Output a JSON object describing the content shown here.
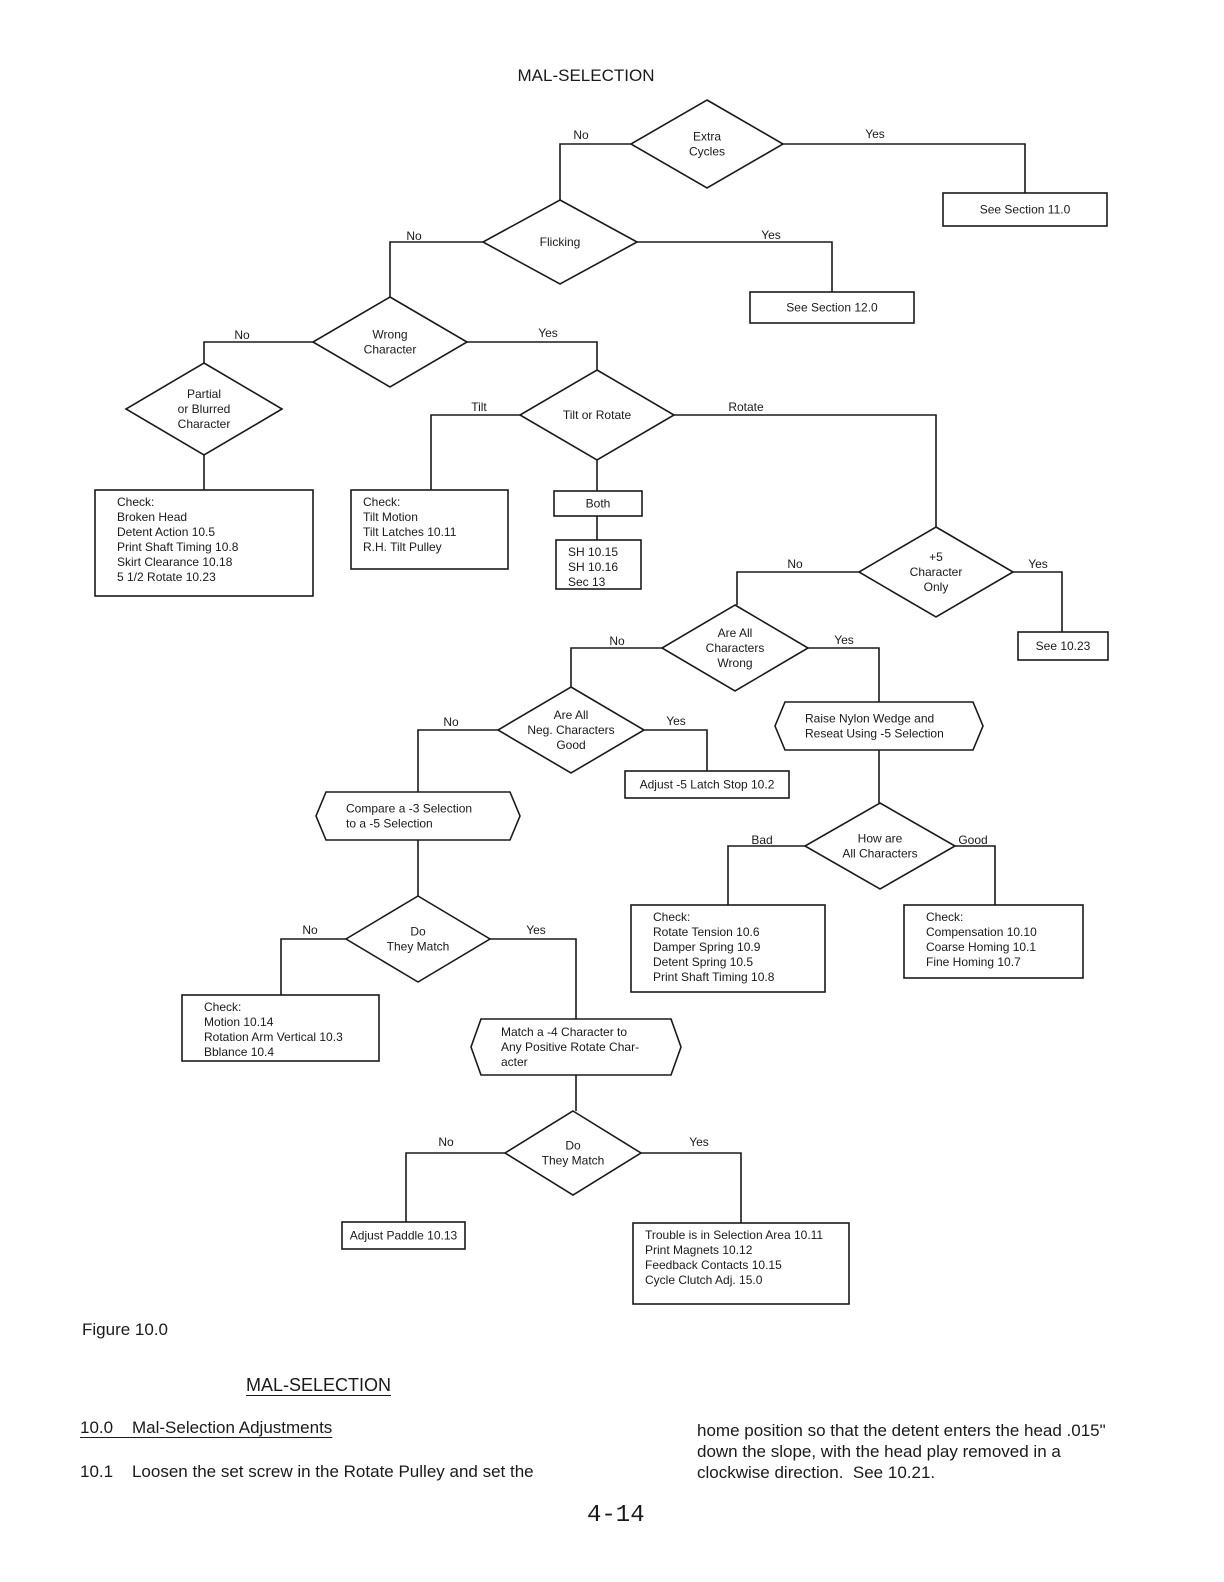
{
  "title": "MAL-SELECTION",
  "nodes": [
    {
      "id": "extra",
      "label": [
        "Extra",
        "Cycles"
      ]
    },
    {
      "id": "sec11",
      "label": [
        "See Section 11.0"
      ]
    },
    {
      "id": "flick",
      "label": [
        "Flicking"
      ]
    },
    {
      "id": "sec12",
      "label": [
        "See Section 12.0"
      ]
    },
    {
      "id": "wrong",
      "label": [
        "Wrong",
        "Character"
      ]
    },
    {
      "id": "partial",
      "label": [
        "Partial",
        "or Blurred",
        "Character"
      ]
    },
    {
      "id": "tilt",
      "label": [
        "Tilt or Rotate"
      ]
    },
    {
      "id": "check1",
      "label": [
        "Check:",
        "Broken Head",
        "Detent Action 10.5",
        "Print Shaft Timing 10.8",
        "Skirt Clearance 10.18",
        "5 1/2 Rotate 10.23"
      ]
    },
    {
      "id": "check2",
      "label": [
        "Check:",
        "Tilt Motion",
        "Tilt Latches 10.11",
        "R.H. Tilt Pulley"
      ]
    },
    {
      "id": "both",
      "label": [
        "Both"
      ]
    },
    {
      "id": "sh",
      "label": [
        "SH 10.15",
        "SH 10.16",
        "Sec 13"
      ]
    },
    {
      "id": "plus5",
      "label": [
        "+5",
        "Character",
        "Only"
      ]
    },
    {
      "id": "see1023",
      "label": [
        "See 10.23"
      ]
    },
    {
      "id": "allwrong",
      "label": [
        "Are All",
        "Characters",
        "Wrong"
      ]
    },
    {
      "id": "neggood",
      "label": [
        "Are All",
        "Neg. Characters",
        "Good"
      ]
    },
    {
      "id": "raise",
      "label": [
        "Raise Nylon Wedge and",
        "Reseat Using -5 Selection"
      ]
    },
    {
      "id": "adjlatch",
      "label": [
        "Adjust -5 Latch Stop 10.2"
      ]
    },
    {
      "id": "compare",
      "label": [
        "Compare a -3 Selection",
        "to a -5 Selection"
      ]
    },
    {
      "id": "howare",
      "label": [
        "How are",
        "All Characters"
      ]
    },
    {
      "id": "match1",
      "label": [
        "Do",
        "They Match"
      ]
    },
    {
      "id": "checkrot",
      "label": [
        "Check:",
        "Rotate Tension 10.6",
        "Damper Spring 10.9",
        "Detent Spring 10.5",
        "Print Shaft Timing 10.8"
      ]
    },
    {
      "id": "checkcomp",
      "label": [
        "Check:",
        "Compensation 10.10",
        "Coarse Homing 10.1",
        "Fine Homing 10.7"
      ]
    },
    {
      "id": "checkmot",
      "label": [
        "Check:",
        "Motion 10.14",
        "Rotation Arm Vertical 10.3",
        "Bblance 10.4"
      ]
    },
    {
      "id": "match4",
      "label": [
        "Match a -4 Character to",
        "Any Positive Rotate Char-",
        "acter"
      ]
    },
    {
      "id": "match2",
      "label": [
        "Do",
        "They Match"
      ]
    },
    {
      "id": "paddle",
      "label": [
        "Adjust Paddle 10.13"
      ]
    },
    {
      "id": "trouble",
      "label": [
        "Trouble is in Selection Area 10.11",
        "Print Magnets 10.12",
        "Feedback Contacts 10.15",
        "Cycle Clutch Adj. 15.0"
      ]
    }
  ],
  "edge_labels": [
    {
      "id": "extra-no",
      "text": "No"
    },
    {
      "id": "extra-yes",
      "text": "Yes"
    },
    {
      "id": "flick-no",
      "text": "No"
    },
    {
      "id": "flick-yes",
      "text": "Yes"
    },
    {
      "id": "wrong-no",
      "text": "No"
    },
    {
      "id": "wrong-yes",
      "text": "Yes"
    },
    {
      "id": "tilt-tilt",
      "text": "Tilt"
    },
    {
      "id": "tilt-rotate",
      "text": "Rotate"
    },
    {
      "id": "plus5-no",
      "text": "No"
    },
    {
      "id": "plus5-yes",
      "text": "Yes"
    },
    {
      "id": "allwrong-no",
      "text": "No"
    },
    {
      "id": "allwrong-yes",
      "text": "Yes"
    },
    {
      "id": "neggood-no",
      "text": "No"
    },
    {
      "id": "neggood-yes",
      "text": "Yes"
    },
    {
      "id": "howare-bad",
      "text": "Bad"
    },
    {
      "id": "howare-good",
      "text": "Good"
    },
    {
      "id": "match1-no",
      "text": "No"
    },
    {
      "id": "match1-yes",
      "text": "Yes"
    },
    {
      "id": "match2-no",
      "text": "No"
    },
    {
      "id": "match2-yes",
      "text": "Yes"
    }
  ],
  "figure_caption": "Figure 10.0",
  "section_title": "MAL-SELECTION",
  "heading": "10.0    Mal-Selection Adjustments",
  "para_left": "10.1    Loosen the set screw in the Rotate Pulley and set the",
  "para_right": [
    "home position so that the detent enters the head .015\"",
    "down the slope, with the head play removed in a",
    "clockwise direction.  See 10.21."
  ],
  "page_number": "4-14"
}
